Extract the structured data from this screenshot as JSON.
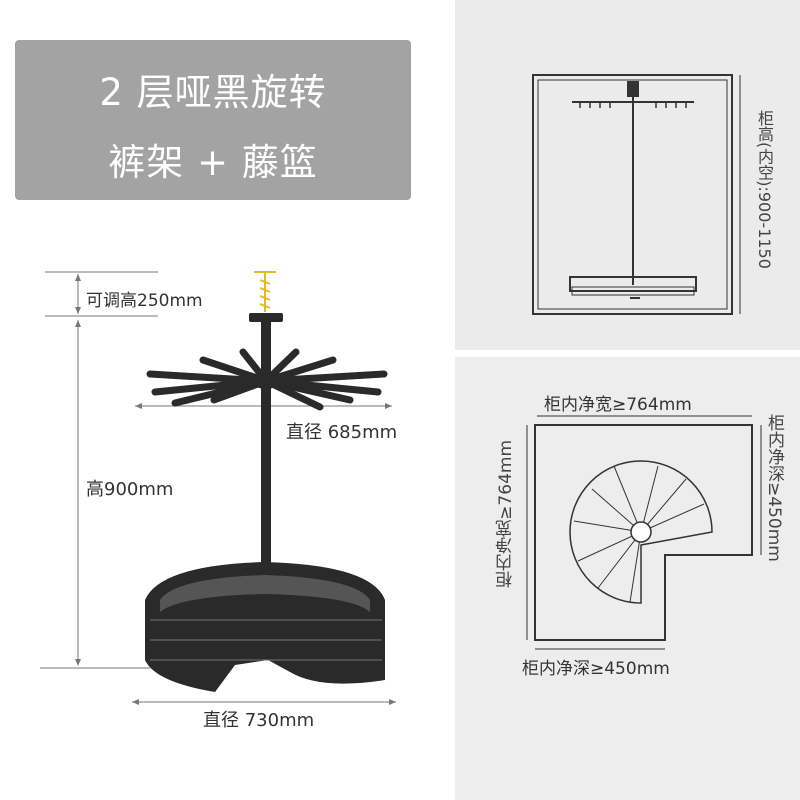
{
  "title": {
    "line1": "2 层哑黑旋转",
    "line2": "裤架 + 藤篮"
  },
  "product_dims": {
    "adjustable_height": "可调高250mm",
    "height": "高900mm",
    "rack_diameter": "直径 685mm",
    "basket_diameter": "直径 730mm"
  },
  "cabinet_side": {
    "height_label": "柜高(内空):900-1150"
  },
  "cabinet_plan": {
    "width_top": "柜内净宽≥764mm",
    "width_left": "柜内净宽≥764mm",
    "depth_right": "柜内净深≥450mm",
    "depth_bottom": "柜内净深≥450mm"
  },
  "colors": {
    "title_bg": "#a3a3a3",
    "product": "#2a2a2a",
    "accent_gold": "#e8b820",
    "panel_bg": "#ebebec"
  }
}
